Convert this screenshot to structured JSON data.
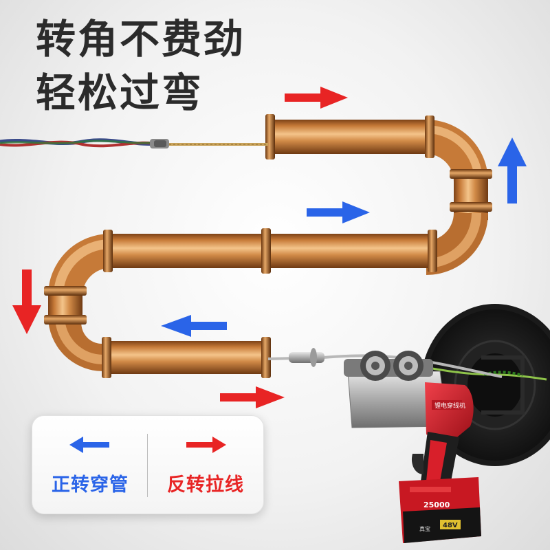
{
  "headline": {
    "line1": "转角不费劲",
    "line2": "轻松过弯"
  },
  "legend": {
    "forward": {
      "label": "正转穿管",
      "color": "#2a64e8",
      "arrow": "arrow-left-icon"
    },
    "reverse": {
      "label": "反转拉线",
      "color": "#e82424",
      "arrow": "arrow-right-icon"
    }
  },
  "tool": {
    "machine_label": "锂电穿线机",
    "battery_capacity": "25000",
    "battery_voltage": "48V",
    "battery_note": "真宝"
  },
  "colors": {
    "pipe": "#c9803f",
    "red_arrow": "#e82424",
    "blue_arrow": "#2a64e8",
    "tool_red": "#d81f2a"
  }
}
